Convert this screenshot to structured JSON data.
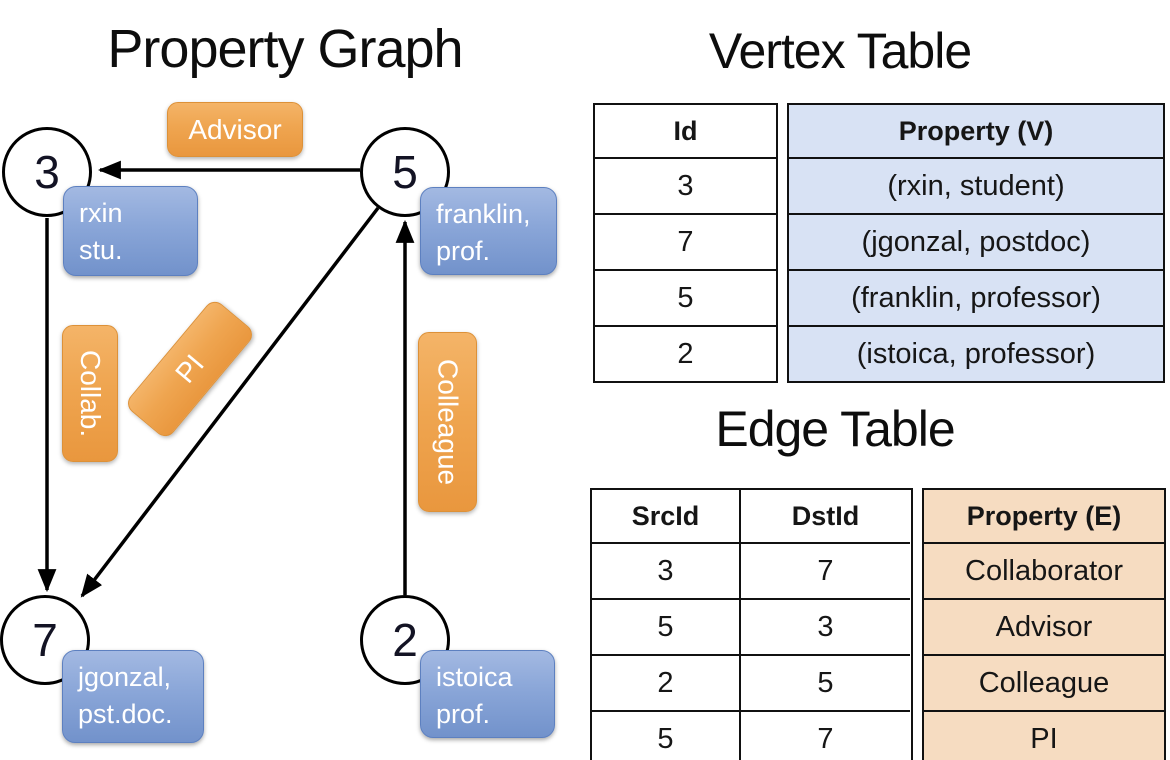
{
  "graph": {
    "title": "Property Graph",
    "nodes": [
      {
        "id": "3",
        "line1": "rxin",
        "line2": "stu."
      },
      {
        "id": "5",
        "line1": "franklin,",
        "line2": "prof."
      },
      {
        "id": "7",
        "line1": "jgonzal,",
        "line2": "pst.doc."
      },
      {
        "id": "2",
        "line1": "istoica",
        "line2": "prof."
      }
    ],
    "edge_labels": {
      "advisor": "Advisor",
      "collab": "Collab.",
      "pi": "PI",
      "colleague": "Colleague"
    }
  },
  "vertex_table": {
    "title": "Vertex Table",
    "headers": {
      "id": "Id",
      "property": "Property (V)"
    },
    "rows": [
      {
        "id": "3",
        "property": "(rxin, student)"
      },
      {
        "id": "7",
        "property": "(jgonzal, postdoc)"
      },
      {
        "id": "5",
        "property": "(franklin, professor)"
      },
      {
        "id": "2",
        "property": "(istoica, professor)"
      }
    ]
  },
  "edge_table": {
    "title": "Edge Table",
    "headers": {
      "src": "SrcId",
      "dst": "DstId",
      "property": "Property (E)"
    },
    "rows": [
      {
        "src": "3",
        "dst": "7",
        "property": "Collaborator"
      },
      {
        "src": "5",
        "dst": "3",
        "property": "Advisor"
      },
      {
        "src": "2",
        "dst": "5",
        "property": "Colleague"
      },
      {
        "src": "5",
        "dst": "7",
        "property": "PI"
      }
    ]
  },
  "colors": {
    "edge_label_orange": "#efa550",
    "vertex_label_blue": "#8aa6d8",
    "vertex_table_fill": "#d8e2f4",
    "edge_table_fill": "#f6dcc1",
    "line_black": "#000000"
  }
}
